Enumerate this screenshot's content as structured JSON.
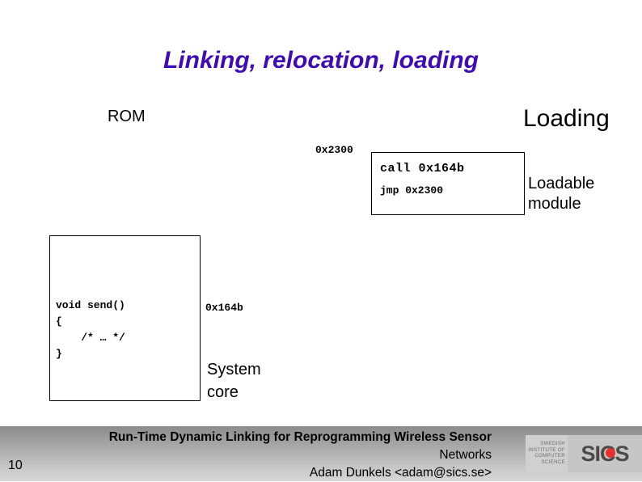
{
  "slide": {
    "title": "Linking, relocation, loading",
    "number": "10"
  },
  "labels": {
    "rom": "ROM",
    "loading": "Loading",
    "loadable_module_line1": "Loadable",
    "loadable_module_line2": "module",
    "system_core_line1": "System",
    "system_core_line2": "core"
  },
  "addresses": {
    "module_base": "0x2300",
    "core_symbol": "0x164b"
  },
  "module_box": {
    "call_instruction": "call 0x164b",
    "jmp_instruction": "jmp 0x2300"
  },
  "core_box": {
    "code": "void send()\n{\n    /* … */\n}"
  },
  "footer": {
    "line1": "Run-Time Dynamic Linking for Reprogramming Wireless Sensor",
    "line2": "Networks",
    "line3": "Adam Dunkels <adam@sics.se>",
    "page_number": "10"
  },
  "logo": {
    "word1": "SWEDISH",
    "word2": "INSTITUTE OF",
    "word3": "COMPUTER",
    "word4": "SCIENCE",
    "mark": "SICS"
  },
  "colors": {
    "title_purple": "#3d0cb4",
    "logo_red": "#e8302a",
    "footer_gray_top": "#8b8b8b",
    "footer_gray_bottom": "#d6d6d6"
  }
}
